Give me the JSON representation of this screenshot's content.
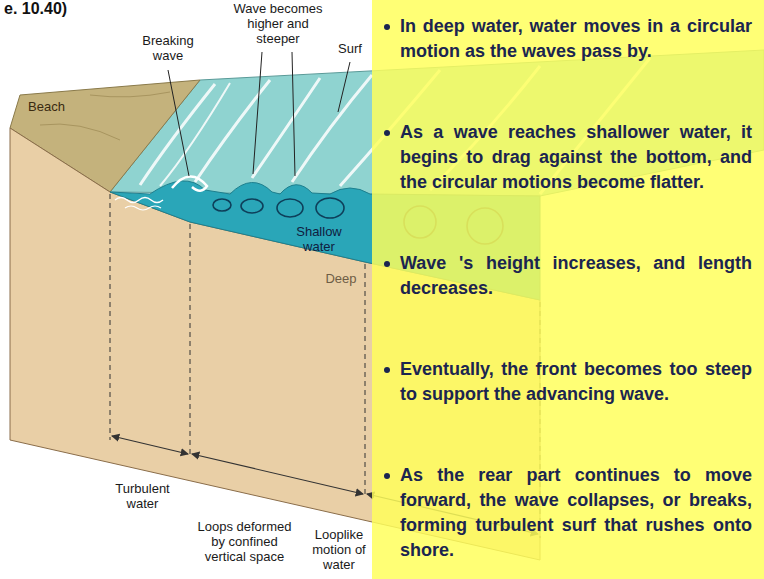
{
  "diagram": {
    "nodes": [
      {
        "text": [
          "In deep water, water moves in a circular motion as the waves pass by.",
          "As a wave reaches shallower water, it begins to drag against the bottom, and the circular motions become flatter.",
          "Wave 's height increases, and length decreases.",
          "Eventually, the front becomes too steep to support the advancing wave.",
          "As the rear part continues to move forward, the wave collapses, or breaks, forming turbulent surf that rushes onto shore."
        ]
      }
    ],
    "labels": [
      "e. 10.40)",
      "Breaking wave",
      "Wave becomes higher and steeper",
      "Surf",
      "Beach",
      "Shallow water",
      "Deep",
      "Turbulent water",
      "Loops deformed by confined vertical space",
      "Looplike motion of water"
    ]
  }
}
